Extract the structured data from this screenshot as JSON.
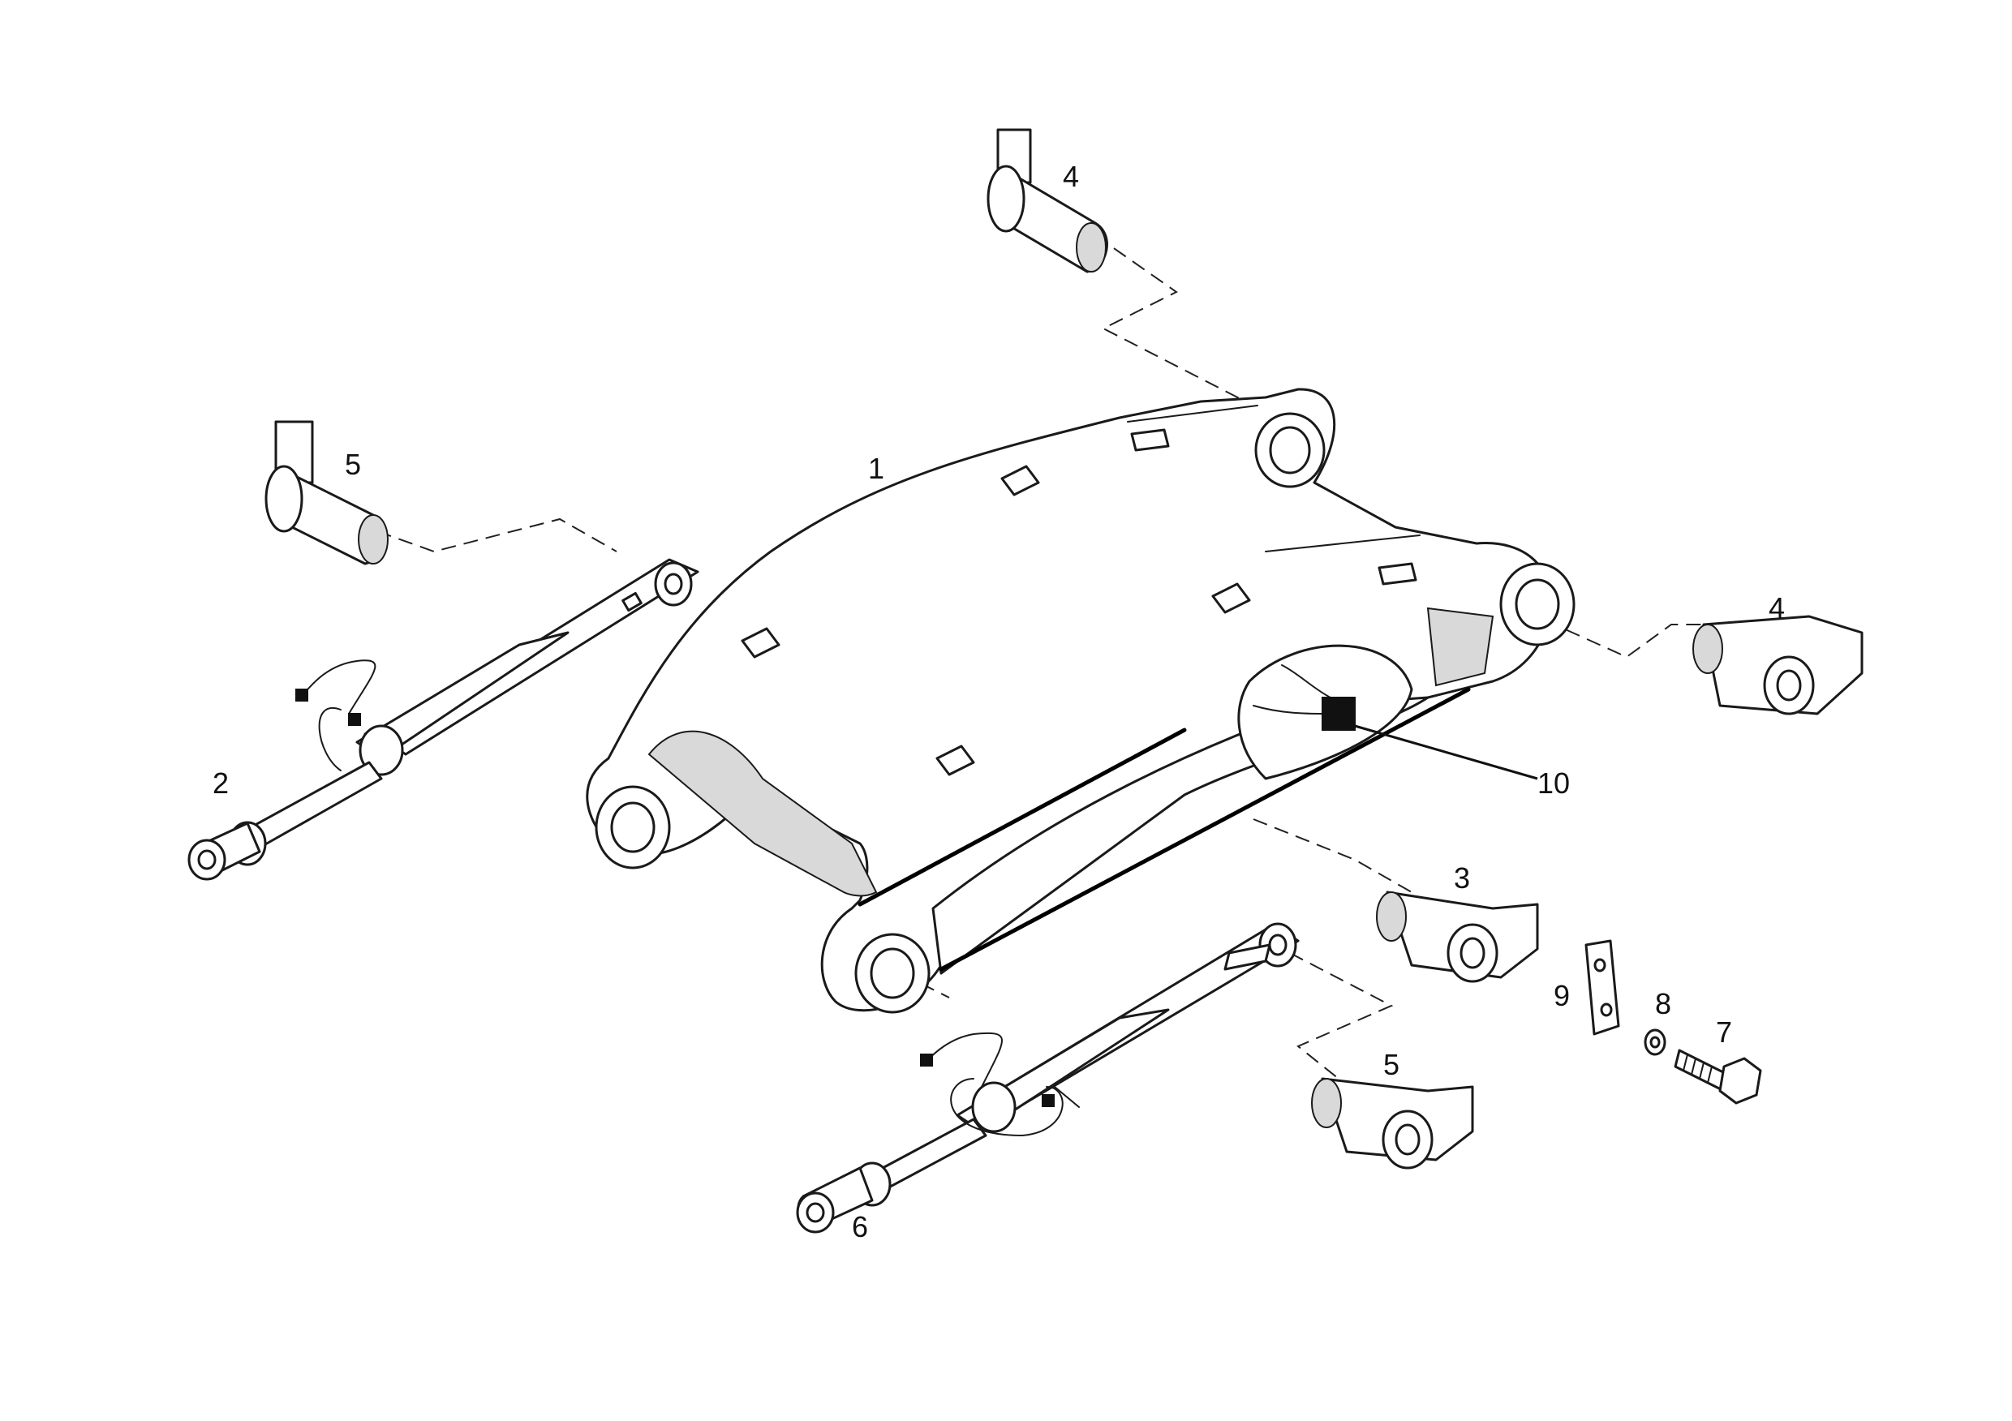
{
  "callouts": {
    "frame": "1",
    "cylinder_left": "2",
    "pin_front": "3",
    "pin_top": "4",
    "pin_right": "4",
    "pin_left": "5",
    "pin_bottom": "5",
    "cylinder_bottom": "6",
    "bolt": "7",
    "washer": "8",
    "lock_plate": "9",
    "sensor": "10"
  },
  "colors": {
    "line": "#1a1a1a",
    "shade": "#d9d9d9",
    "background": "#ffffff"
  }
}
